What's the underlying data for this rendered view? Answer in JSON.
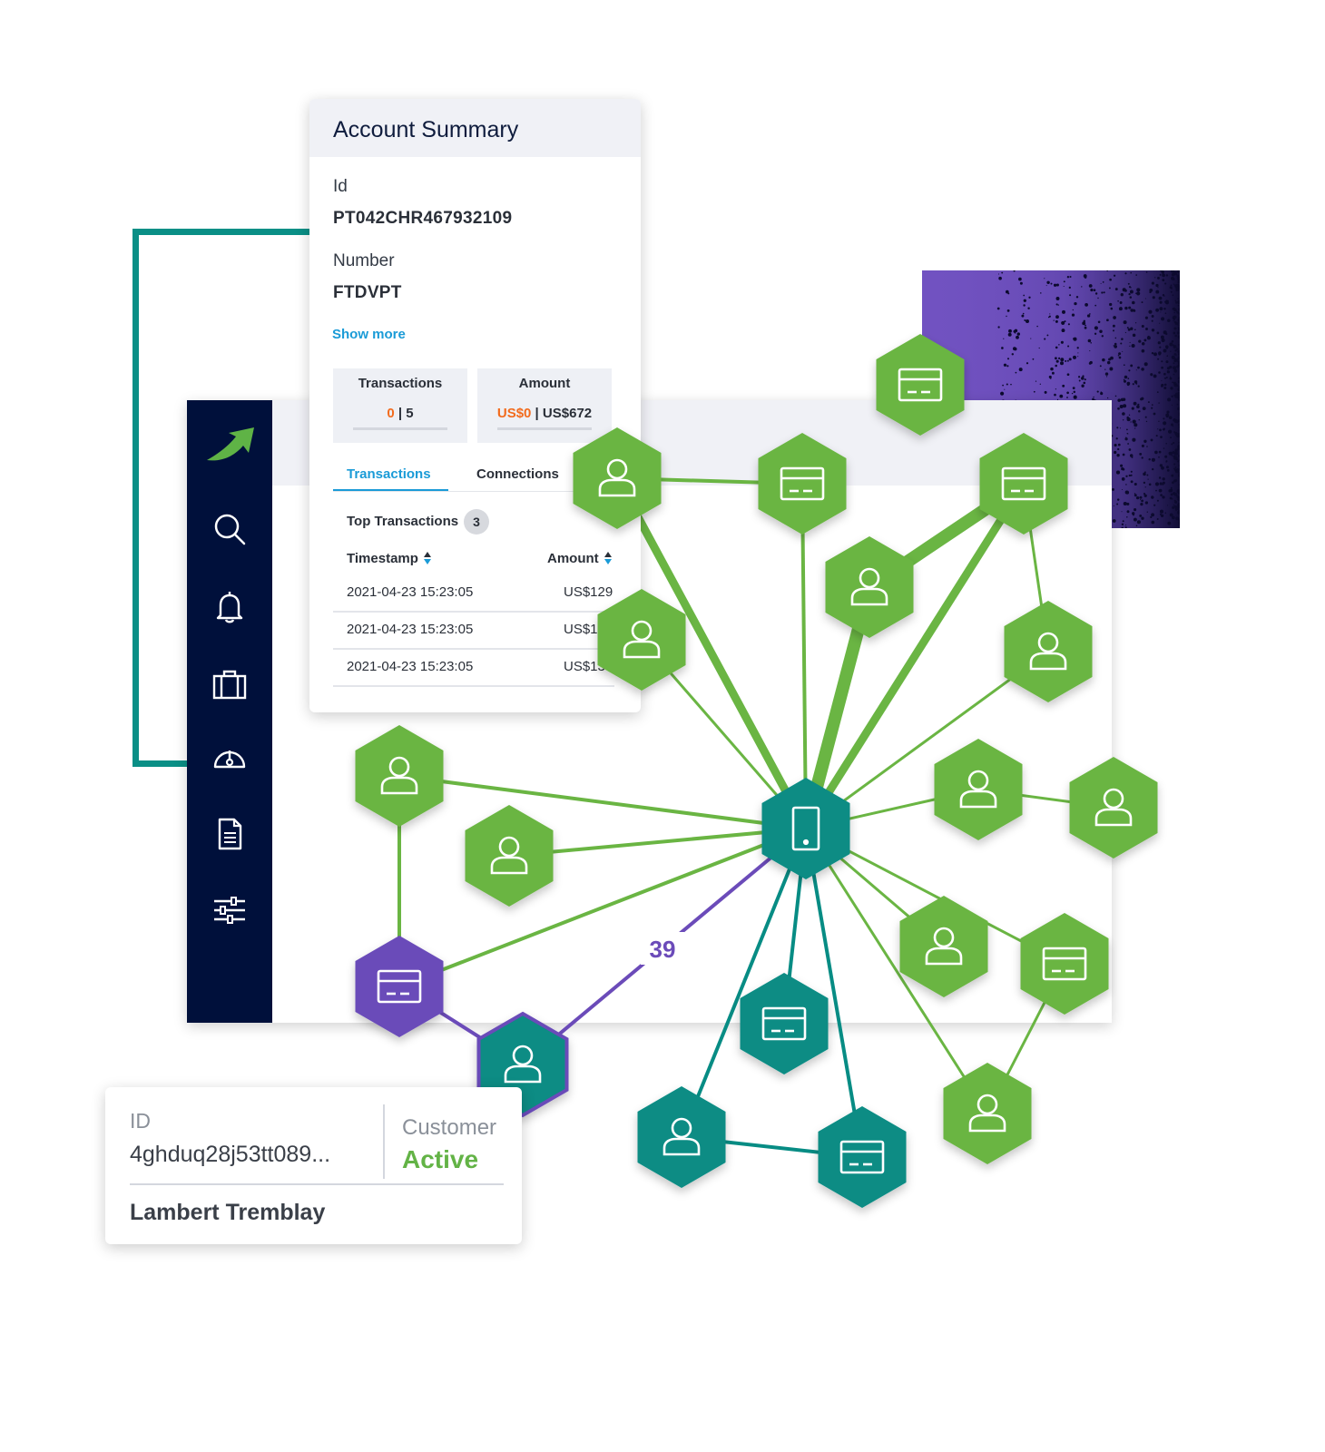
{
  "account_summary": {
    "title": "Account Summary",
    "id_label": "Id",
    "id_value": "PT042CHR467932109",
    "number_label": "Number",
    "number_value": "FTDVPT",
    "show_more": "Show more",
    "transactions": {
      "title": "Transactions",
      "highlight": "0",
      "rest": " | 5"
    },
    "amount": {
      "title": "Amount",
      "highlight": "US$0",
      "rest": " | US$672"
    },
    "tabs": [
      "Transactions",
      "Connections"
    ],
    "top_transactions_label": "Top Transactions",
    "top_transactions_count": "3",
    "columns": {
      "timestamp": "Timestamp",
      "amount": "Amount"
    },
    "rows": [
      {
        "timestamp": "2021-04-23 15:23:05",
        "amount": "US$129"
      },
      {
        "timestamp": "2021-04-23 15:23:05",
        "amount": "US$1"
      },
      {
        "timestamp": "2021-04-23 15:23:05",
        "amount": "US$13"
      }
    ]
  },
  "customer_card": {
    "id_label": "ID",
    "id_value": "4ghduq28j53tt089...",
    "type_label": "Customer",
    "status": "Active",
    "name": "Lambert Tremblay"
  },
  "sidebar": {
    "icons": [
      "logo-arrow-icon",
      "search-icon",
      "bell-icon",
      "briefcase-icon",
      "gauge-icon",
      "document-icon",
      "sliders-icon"
    ]
  },
  "graph": {
    "edge_label": "39",
    "colors": {
      "green": "#6ab543",
      "teal": "#078c84",
      "purple": "#6b4bb9",
      "navy": "#00103b"
    }
  }
}
